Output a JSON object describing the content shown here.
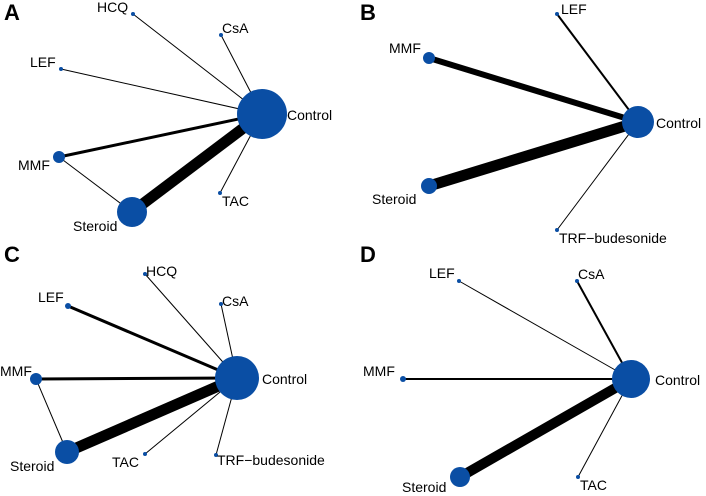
{
  "colors": {
    "node": "#0a4ea4",
    "edge": "#000000"
  },
  "panels": [
    {
      "letter": "A",
      "nodes": [
        {
          "id": "hcq",
          "label": "HCQ"
        },
        {
          "id": "csa",
          "label": "CsA"
        },
        {
          "id": "lef",
          "label": "LEF"
        },
        {
          "id": "control",
          "label": "Control"
        },
        {
          "id": "mmf",
          "label": "MMF"
        },
        {
          "id": "tac",
          "label": "TAC"
        },
        {
          "id": "steroid",
          "label": "Steroid"
        }
      ]
    },
    {
      "letter": "B",
      "nodes": [
        {
          "id": "lef",
          "label": "LEF"
        },
        {
          "id": "mmf",
          "label": "MMF"
        },
        {
          "id": "control",
          "label": "Control"
        },
        {
          "id": "steroid",
          "label": "Steroid"
        },
        {
          "id": "trf",
          "label": "TRF−budesonide"
        }
      ]
    },
    {
      "letter": "C",
      "nodes": [
        {
          "id": "hcq",
          "label": "HCQ"
        },
        {
          "id": "lef",
          "label": "LEF"
        },
        {
          "id": "csa",
          "label": "CsA"
        },
        {
          "id": "mmf",
          "label": "MMF"
        },
        {
          "id": "control",
          "label": "Control"
        },
        {
          "id": "steroid",
          "label": "Steroid"
        },
        {
          "id": "trf",
          "label": "TRF−budesonide"
        },
        {
          "id": "tac",
          "label": "TAC"
        }
      ]
    },
    {
      "letter": "D",
      "nodes": [
        {
          "id": "lef",
          "label": "LEF"
        },
        {
          "id": "csa",
          "label": "CsA"
        },
        {
          "id": "mmf",
          "label": "MMF"
        },
        {
          "id": "control",
          "label": "Control"
        },
        {
          "id": "steroid",
          "label": "Steroid"
        },
        {
          "id": "tac",
          "label": "TAC"
        }
      ]
    }
  ]
}
